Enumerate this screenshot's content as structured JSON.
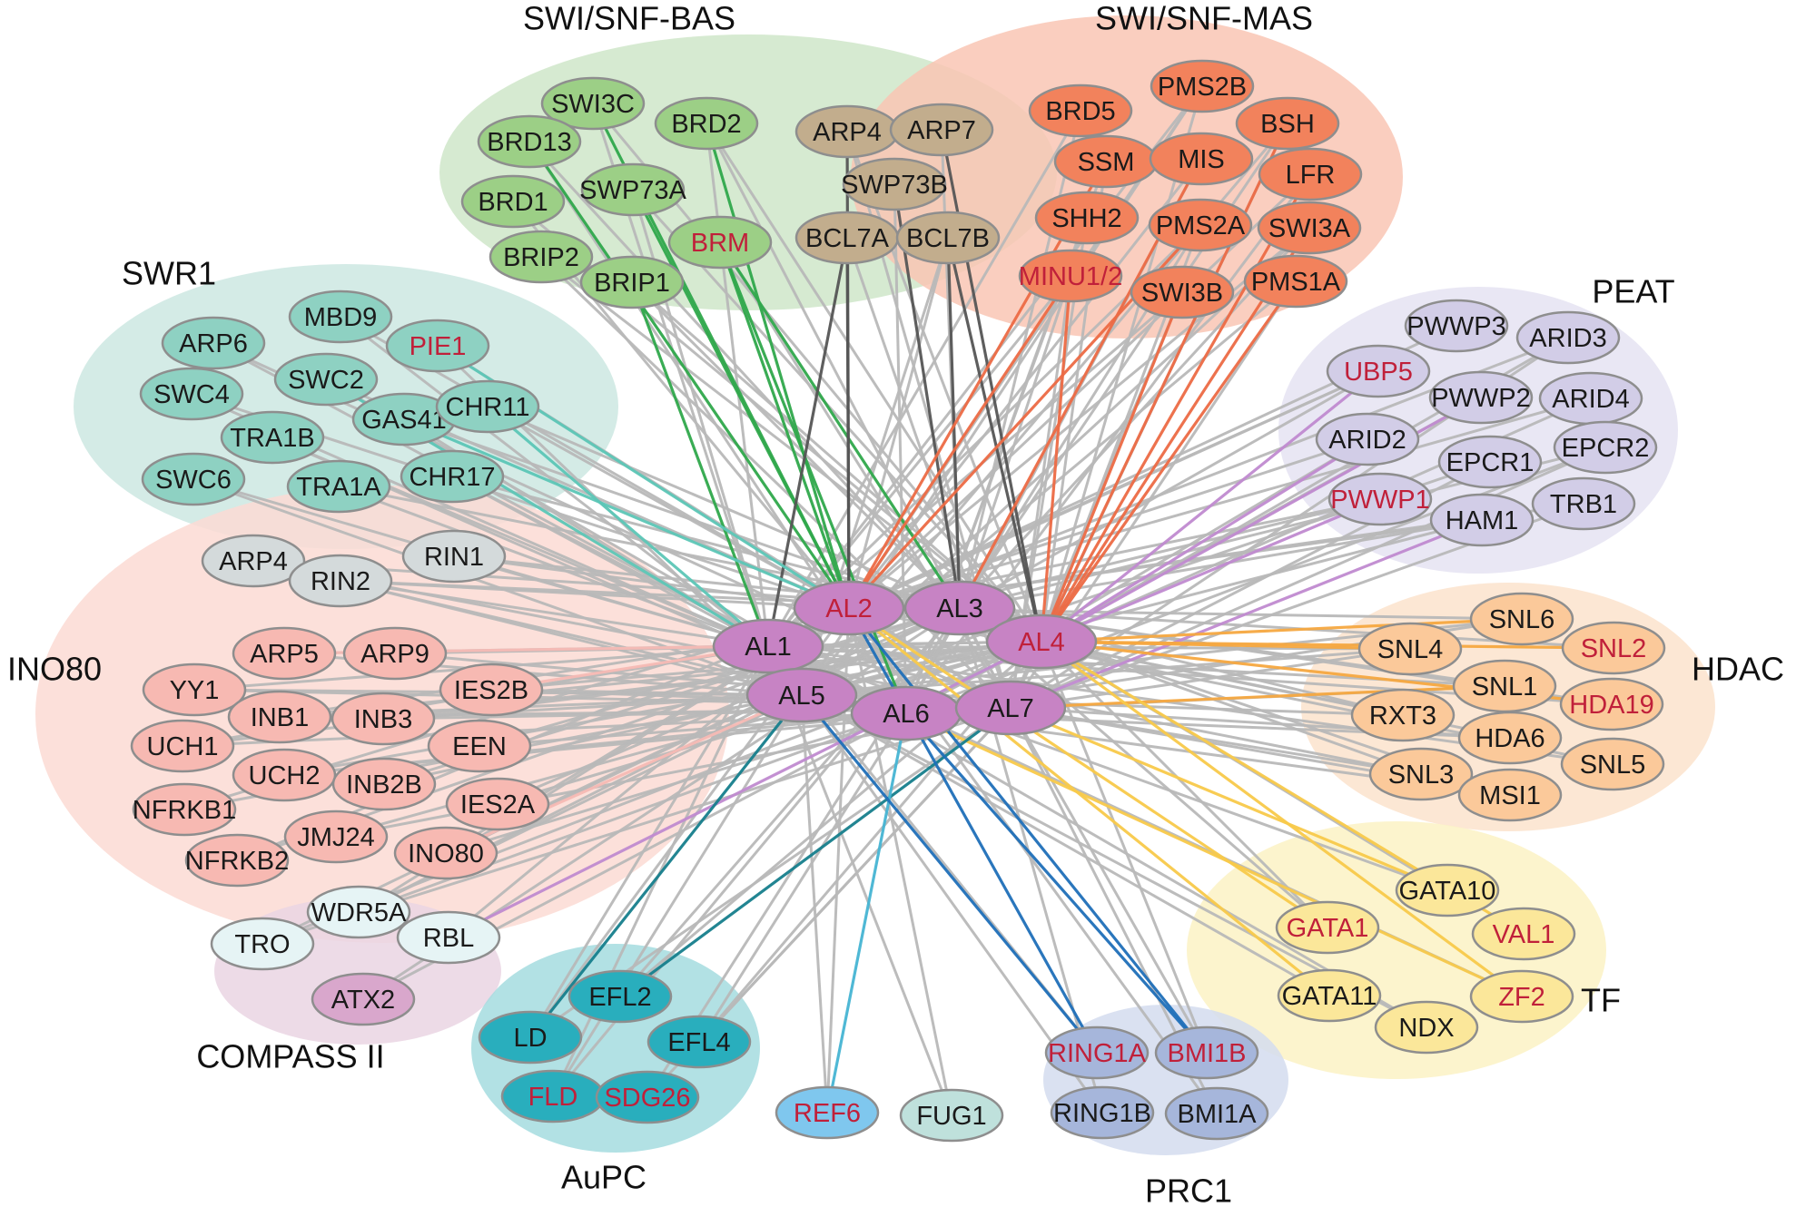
{
  "diagram": {
    "colors": {
      "edge_default": "#b8b8b8",
      "node_stroke": "#8e8e8e",
      "label_default": "#1a1a1a",
      "label_highlight": "#c0203a"
    },
    "groups": [
      {
        "id": "swi-snf-bas",
        "label": "SWI/SNF-BAS",
        "color": "#cfe6c9",
        "node_color": "#9ccf86",
        "edge_color": "#2fa84b"
      },
      {
        "id": "swi-snf-mas",
        "label": "SWI/SNF-MAS",
        "color": "#f9c6b4",
        "node_color": "#f2825c",
        "edge_color": "#ec6a44"
      },
      {
        "id": "swi-snf-shared",
        "label": "",
        "color": "#d7c8a6",
        "node_color": "#c2ad8d",
        "edge_color": "#555555"
      },
      {
        "id": "swr1",
        "label": "SWR1",
        "color": "#cde8e2",
        "node_color": "#8ed1c2",
        "edge_color": "#5cc6b6"
      },
      {
        "id": "peat",
        "label": "PEAT",
        "color": "#e5e3f2",
        "node_color": "#d2cde7",
        "edge_color": "#c08ad0"
      },
      {
        "id": "ino80",
        "label": "INO80",
        "color": "#fbdad4",
        "node_color": "#f7b9b2",
        "edge_color": "#f5b9b4"
      },
      {
        "id": "ino80-shared",
        "label": "",
        "color": "#e3e6e6",
        "node_color": "#d4dadb",
        "edge_color": "#b8b8b8"
      },
      {
        "id": "hdac",
        "label": "HDAC",
        "color": "#fbe3cd",
        "node_color": "#fbc99a",
        "edge_color": "#f6a840"
      },
      {
        "id": "tf",
        "label": "TF",
        "color": "#fcf2c4",
        "node_color": "#fbe79a",
        "edge_color": "#f8c94a"
      },
      {
        "id": "compass-ii",
        "label": "COMPASS II",
        "color": "#ead5e3",
        "node_color": "#d9a7cc",
        "edge_color": "#c9a0d0"
      },
      {
        "id": "compass-shared",
        "label": "",
        "color": "#e6f4f5",
        "node_color": "#e6f4f5",
        "edge_color": "#b8b8b8"
      },
      {
        "id": "aupc",
        "label": "AuPC",
        "color": "#a5dcdf",
        "node_color": "#29aebd",
        "edge_color": "#167e8c"
      },
      {
        "id": "ref6",
        "label": "",
        "color": "#ffffff",
        "node_color": "#7fc7ee",
        "edge_color": "#46b4d3"
      },
      {
        "id": "fug1",
        "label": "",
        "color": "#ffffff",
        "node_color": "#bfe1dc",
        "edge_color": "#b8b8b8"
      },
      {
        "id": "prc1",
        "label": "PRC1",
        "color": "#d3dcee",
        "node_color": "#a6b6db",
        "edge_color": "#1f6fb8"
      },
      {
        "id": "al",
        "label": "",
        "color": "#ffffff",
        "node_color": "#c783c4",
        "edge_color": "#b8b8b8"
      }
    ],
    "nodes": [
      {
        "id": "AL1",
        "label": "AL1",
        "group": "al",
        "hl": false
      },
      {
        "id": "AL2",
        "label": "AL2",
        "group": "al",
        "hl": true
      },
      {
        "id": "AL3",
        "label": "AL3",
        "group": "al",
        "hl": false
      },
      {
        "id": "AL4",
        "label": "AL4",
        "group": "al",
        "hl": true
      },
      {
        "id": "AL5",
        "label": "AL5",
        "group": "al",
        "hl": false
      },
      {
        "id": "AL6",
        "label": "AL6",
        "group": "al",
        "hl": false
      },
      {
        "id": "AL7",
        "label": "AL7",
        "group": "al",
        "hl": false
      },
      {
        "id": "SWI3C",
        "label": "SWI3C",
        "group": "swi-snf-bas",
        "hl": false
      },
      {
        "id": "BRD2",
        "label": "BRD2",
        "group": "swi-snf-bas",
        "hl": false
      },
      {
        "id": "BRD13",
        "label": "BRD13",
        "group": "swi-snf-bas",
        "hl": false
      },
      {
        "id": "SWP73A",
        "label": "SWP73A",
        "group": "swi-snf-bas",
        "hl": false
      },
      {
        "id": "BRD1",
        "label": "BRD1",
        "group": "swi-snf-bas",
        "hl": false
      },
      {
        "id": "BRM",
        "label": "BRM",
        "group": "swi-snf-bas",
        "hl": true
      },
      {
        "id": "BRIP2",
        "label": "BRIP2",
        "group": "swi-snf-bas",
        "hl": false
      },
      {
        "id": "BRIP1",
        "label": "BRIP1",
        "group": "swi-snf-bas",
        "hl": false
      },
      {
        "id": "ARP4S",
        "label": "ARP4",
        "group": "swi-snf-shared",
        "hl": false
      },
      {
        "id": "ARP7",
        "label": "ARP7",
        "group": "swi-snf-shared",
        "hl": false
      },
      {
        "id": "SWP73B",
        "label": "SWP73B",
        "group": "swi-snf-shared",
        "hl": false
      },
      {
        "id": "BCL7A",
        "label": "BCL7A",
        "group": "swi-snf-shared",
        "hl": false
      },
      {
        "id": "BCL7B",
        "label": "BCL7B",
        "group": "swi-snf-shared",
        "hl": false
      },
      {
        "id": "PMS2B",
        "label": "PMS2B",
        "group": "swi-snf-mas",
        "hl": false
      },
      {
        "id": "BRD5",
        "label": "BRD5",
        "group": "swi-snf-mas",
        "hl": false
      },
      {
        "id": "BSH",
        "label": "BSH",
        "group": "swi-snf-mas",
        "hl": false
      },
      {
        "id": "SSM",
        "label": "SSM",
        "group": "swi-snf-mas",
        "hl": false
      },
      {
        "id": "MIS",
        "label": "MIS",
        "group": "swi-snf-mas",
        "hl": false
      },
      {
        "id": "LFR",
        "label": "LFR",
        "group": "swi-snf-mas",
        "hl": false
      },
      {
        "id": "SHH2",
        "label": "SHH2",
        "group": "swi-snf-mas",
        "hl": false
      },
      {
        "id": "PMS2A",
        "label": "PMS2A",
        "group": "swi-snf-mas",
        "hl": false
      },
      {
        "id": "SWI3A",
        "label": "SWI3A",
        "group": "swi-snf-mas",
        "hl": false
      },
      {
        "id": "MINU12",
        "label": "MINU1/2",
        "group": "swi-snf-mas",
        "hl": true
      },
      {
        "id": "SWI3B",
        "label": "SWI3B",
        "group": "swi-snf-mas",
        "hl": false
      },
      {
        "id": "PMS1A",
        "label": "PMS1A",
        "group": "swi-snf-mas",
        "hl": false
      },
      {
        "id": "ARP6",
        "label": "ARP6",
        "group": "swr1",
        "hl": false
      },
      {
        "id": "MBD9",
        "label": "MBD9",
        "group": "swr1",
        "hl": false
      },
      {
        "id": "PIE1",
        "label": "PIE1",
        "group": "swr1",
        "hl": true
      },
      {
        "id": "SWC4",
        "label": "SWC4",
        "group": "swr1",
        "hl": false
      },
      {
        "id": "SWC2",
        "label": "SWC2",
        "group": "swr1",
        "hl": false
      },
      {
        "id": "GAS41",
        "label": "GAS41",
        "group": "swr1",
        "hl": false
      },
      {
        "id": "CHR11",
        "label": "CHR11",
        "group": "swr1",
        "hl": false
      },
      {
        "id": "TRA1B",
        "label": "TRA1B",
        "group": "swr1",
        "hl": false
      },
      {
        "id": "SWC6",
        "label": "SWC6",
        "group": "swr1",
        "hl": false
      },
      {
        "id": "TRA1A",
        "label": "TRA1A",
        "group": "swr1",
        "hl": false
      },
      {
        "id": "CHR17",
        "label": "CHR17",
        "group": "swr1",
        "hl": false
      },
      {
        "id": "ARP4I",
        "label": "ARP4",
        "group": "ino80-shared",
        "hl": false
      },
      {
        "id": "RIN2",
        "label": "RIN2",
        "group": "ino80-shared",
        "hl": false
      },
      {
        "id": "RIN1",
        "label": "RIN1",
        "group": "ino80-shared",
        "hl": false
      },
      {
        "id": "ARP5",
        "label": "ARP5",
        "group": "ino80",
        "hl": false
      },
      {
        "id": "ARP9",
        "label": "ARP9",
        "group": "ino80",
        "hl": false
      },
      {
        "id": "YY1",
        "label": "YY1",
        "group": "ino80",
        "hl": false
      },
      {
        "id": "IES2B",
        "label": "IES2B",
        "group": "ino80",
        "hl": false
      },
      {
        "id": "INB1",
        "label": "INB1",
        "group": "ino80",
        "hl": false
      },
      {
        "id": "INB3",
        "label": "INB3",
        "group": "ino80",
        "hl": false
      },
      {
        "id": "UCH1",
        "label": "UCH1",
        "group": "ino80",
        "hl": false
      },
      {
        "id": "EEN",
        "label": "EEN",
        "group": "ino80",
        "hl": false
      },
      {
        "id": "UCH2",
        "label": "UCH2",
        "group": "ino80",
        "hl": false
      },
      {
        "id": "INB2B",
        "label": "INB2B",
        "group": "ino80",
        "hl": false
      },
      {
        "id": "NFRKB1",
        "label": "NFRKB1",
        "group": "ino80",
        "hl": false
      },
      {
        "id": "IES2A",
        "label": "IES2A",
        "group": "ino80",
        "hl": false
      },
      {
        "id": "JMJ24",
        "label": "JMJ24",
        "group": "ino80",
        "hl": false
      },
      {
        "id": "NFRKB2",
        "label": "NFRKB2",
        "group": "ino80",
        "hl": false
      },
      {
        "id": "INO80N",
        "label": "INO80",
        "group": "ino80",
        "hl": false
      },
      {
        "id": "WDR5A",
        "label": "WDR5A",
        "group": "compass-shared",
        "hl": false
      },
      {
        "id": "TRO",
        "label": "TRO",
        "group": "compass-shared",
        "hl": false
      },
      {
        "id": "RBL",
        "label": "RBL",
        "group": "compass-shared",
        "hl": false
      },
      {
        "id": "ATX2",
        "label": "ATX2",
        "group": "compass-ii",
        "hl": false
      },
      {
        "id": "PWWP3",
        "label": "PWWP3",
        "group": "peat",
        "hl": false
      },
      {
        "id": "ARID3",
        "label": "ARID3",
        "group": "peat",
        "hl": false
      },
      {
        "id": "UBP5",
        "label": "UBP5",
        "group": "peat",
        "hl": true
      },
      {
        "id": "PWWP2",
        "label": "PWWP2",
        "group": "peat",
        "hl": false
      },
      {
        "id": "ARID4",
        "label": "ARID4",
        "group": "peat",
        "hl": false
      },
      {
        "id": "ARID2",
        "label": "ARID2",
        "group": "peat",
        "hl": false
      },
      {
        "id": "EPCR1",
        "label": "EPCR1",
        "group": "peat",
        "hl": false
      },
      {
        "id": "EPCR2",
        "label": "EPCR2",
        "group": "peat",
        "hl": false
      },
      {
        "id": "PWWP1",
        "label": "PWWP1",
        "group": "peat",
        "hl": true
      },
      {
        "id": "HAM1",
        "label": "HAM1",
        "group": "peat",
        "hl": false
      },
      {
        "id": "TRB1",
        "label": "TRB1",
        "group": "peat",
        "hl": false
      },
      {
        "id": "SNL6",
        "label": "SNL6",
        "group": "hdac",
        "hl": false
      },
      {
        "id": "SNL4",
        "label": "SNL4",
        "group": "hdac",
        "hl": false
      },
      {
        "id": "SNL2",
        "label": "SNL2",
        "group": "hdac",
        "hl": true
      },
      {
        "id": "SNL1",
        "label": "SNL1",
        "group": "hdac",
        "hl": false
      },
      {
        "id": "RXT3",
        "label": "RXT3",
        "group": "hdac",
        "hl": false
      },
      {
        "id": "HDA19",
        "label": "HDA19",
        "group": "hdac",
        "hl": true
      },
      {
        "id": "HDA6",
        "label": "HDA6",
        "group": "hdac",
        "hl": false
      },
      {
        "id": "SNL3",
        "label": "SNL3",
        "group": "hdac",
        "hl": false
      },
      {
        "id": "SNL5",
        "label": "SNL5",
        "group": "hdac",
        "hl": false
      },
      {
        "id": "MSI1",
        "label": "MSI1",
        "group": "hdac",
        "hl": false
      },
      {
        "id": "GATA10",
        "label": "GATA10",
        "group": "tf",
        "hl": false
      },
      {
        "id": "GATA1",
        "label": "GATA1",
        "group": "tf",
        "hl": true
      },
      {
        "id": "VAL1",
        "label": "VAL1",
        "group": "tf",
        "hl": true
      },
      {
        "id": "GATA11",
        "label": "GATA11",
        "group": "tf",
        "hl": false
      },
      {
        "id": "ZF2",
        "label": "ZF2",
        "group": "tf",
        "hl": true
      },
      {
        "id": "NDX",
        "label": "NDX",
        "group": "tf",
        "hl": false
      },
      {
        "id": "EFL2",
        "label": "EFL2",
        "group": "aupc",
        "hl": false
      },
      {
        "id": "LD",
        "label": "LD",
        "group": "aupc",
        "hl": false
      },
      {
        "id": "EFL4",
        "label": "EFL4",
        "group": "aupc",
        "hl": false
      },
      {
        "id": "FLD",
        "label": "FLD",
        "group": "aupc",
        "hl": true
      },
      {
        "id": "SDG26",
        "label": "SDG26",
        "group": "aupc",
        "hl": true
      },
      {
        "id": "REF6",
        "label": "REF6",
        "group": "ref6",
        "hl": true
      },
      {
        "id": "FUG1",
        "label": "FUG1",
        "group": "fug1",
        "hl": false
      },
      {
        "id": "RING1A",
        "label": "RING1A",
        "group": "prc1",
        "hl": true
      },
      {
        "id": "BMI1B",
        "label": "BMI1B",
        "group": "prc1",
        "hl": true
      },
      {
        "id": "RING1B",
        "label": "RING1B",
        "group": "prc1",
        "hl": false
      },
      {
        "id": "BMI1A",
        "label": "BMI1A",
        "group": "prc1",
        "hl": false
      }
    ]
  }
}
